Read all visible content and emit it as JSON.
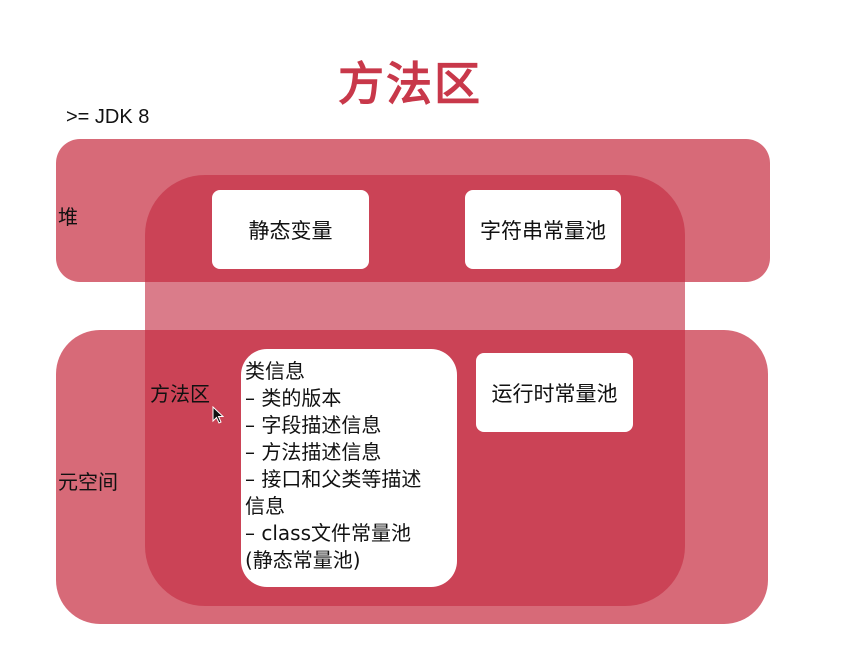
{
  "title": "方法区",
  "version": ">= JDK 8",
  "regions": {
    "heap": "堆",
    "metaspace": "元空间",
    "method_area": "方法区"
  },
  "boxes": {
    "static_vars": "静态变量",
    "string_pool": "字符串常量池",
    "runtime_pool": "运行时常量池"
  },
  "class_info": {
    "lines": [
      "类信息",
      "– 类的版本",
      "– 字段描述信息",
      "– 方法描述信息",
      "– 接口和父类等描述",
      "信息",
      "– class文件常量池",
      "(静态常量池)"
    ]
  },
  "colors": {
    "title": "#c8384a",
    "region": "#cc4052",
    "method_area": "#c42c42"
  },
  "icons": {
    "cursor": "mouse-pointer-icon"
  }
}
